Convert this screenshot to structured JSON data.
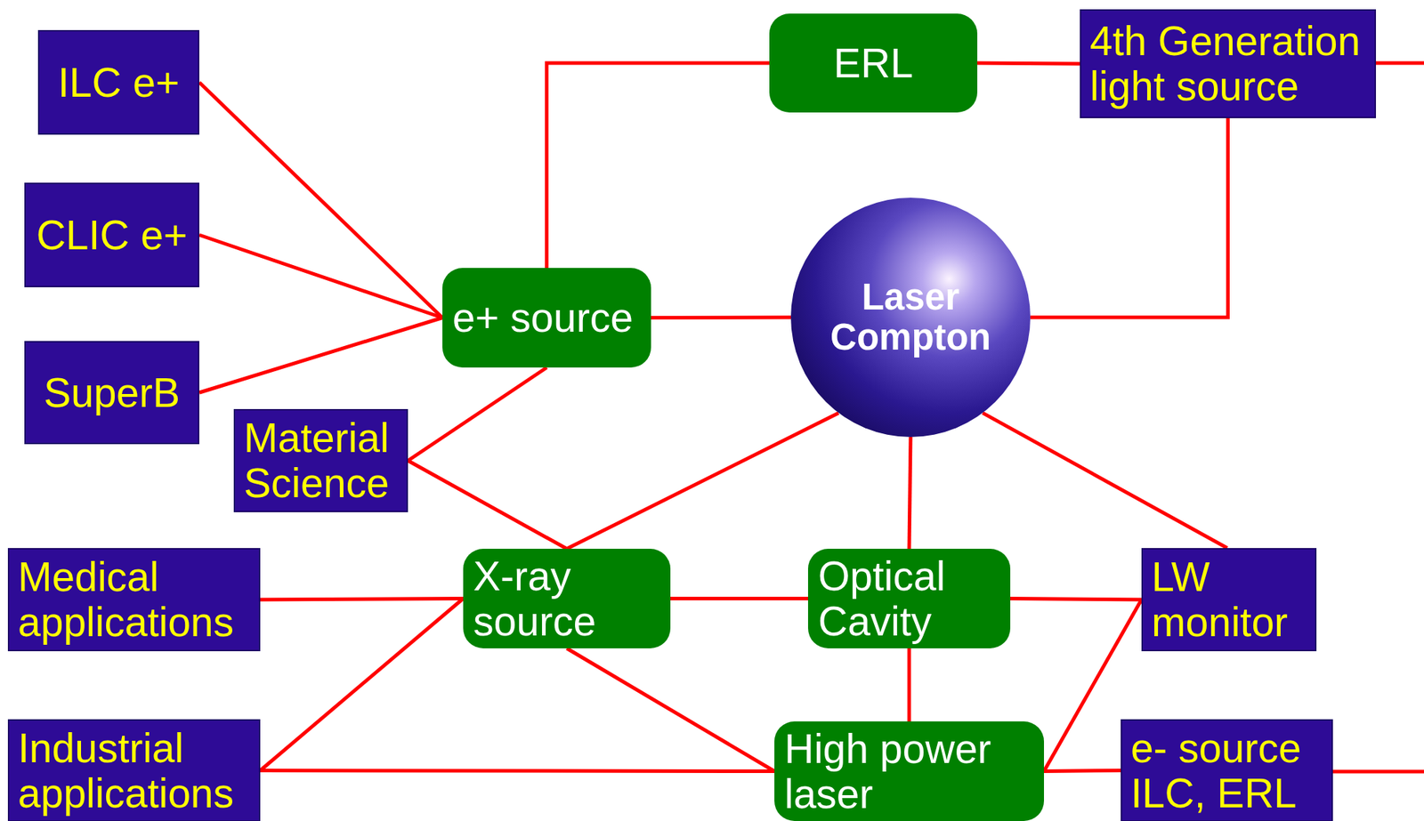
{
  "diagram": {
    "nodes": [
      {
        "text": [
          "ILC e+"
        ]
      },
      {
        "text": [
          "CLIC e+"
        ]
      },
      {
        "text": [
          "SuperB"
        ]
      },
      {
        "text": [
          "e+ source"
        ]
      },
      {
        "text": [
          "ERL"
        ]
      },
      {
        "text": [
          "4th Generation light source"
        ]
      },
      {
        "text": [
          "Laser Compton"
        ]
      },
      {
        "text": [
          "Material Science"
        ]
      },
      {
        "text": [
          "Medical applications"
        ]
      },
      {
        "text": [
          "X-ray source"
        ]
      },
      {
        "text": [
          "Optical Cavity"
        ]
      },
      {
        "text": [
          "LW monitor"
        ]
      },
      {
        "text": [
          "Industrial applications"
        ]
      },
      {
        "text": [
          "High power laser"
        ]
      },
      {
        "text": [
          "e- source ILC, ERL"
        ]
      }
    ],
    "edges": [
      {
        "from": 0,
        "to": 3,
        "arrow": "none"
      },
      {
        "from": 1,
        "to": 3,
        "arrow": "none"
      },
      {
        "from": 2,
        "to": 3,
        "arrow": "none"
      },
      {
        "from": 3,
        "to": 4,
        "arrow": "none"
      },
      {
        "from": 4,
        "to": 5,
        "arrow": "none"
      },
      {
        "from": 6,
        "to": 5,
        "arrow": "none"
      },
      {
        "from": 3,
        "to": 6,
        "arrow": "none"
      },
      {
        "from": 3,
        "to": 7,
        "arrow": "none"
      },
      {
        "from": 7,
        "to": 9,
        "arrow": "none"
      },
      {
        "from": 6,
        "to": 9,
        "arrow": "none"
      },
      {
        "from": 6,
        "to": 10,
        "arrow": "none"
      },
      {
        "from": 6,
        "to": 11,
        "arrow": "none"
      },
      {
        "from": 8,
        "to": 9,
        "arrow": "none"
      },
      {
        "from": 9,
        "to": 10,
        "arrow": "none"
      },
      {
        "from": 10,
        "to": 11,
        "arrow": "none"
      },
      {
        "from": 10,
        "to": 13,
        "arrow": "none"
      },
      {
        "from": 9,
        "to": 13,
        "arrow": "none"
      },
      {
        "from": 12,
        "to": 9,
        "arrow": "none"
      },
      {
        "from": 12,
        "to": 13,
        "arrow": "none"
      },
      {
        "from": 11,
        "to": 13,
        "arrow": "none"
      },
      {
        "from": 13,
        "to": 14,
        "arrow": "none"
      }
    ]
  }
}
